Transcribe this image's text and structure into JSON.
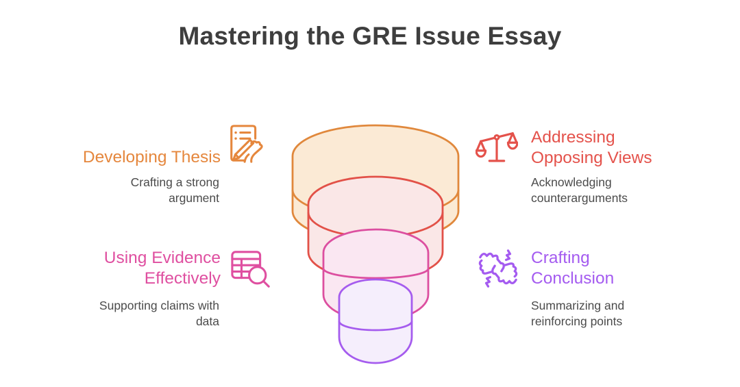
{
  "title": "Mastering the GRE Issue Essay",
  "title_color": "#3E3E3E",
  "subtitle_color": "#4B4B4B",
  "background_color": "#FFFFFF",
  "sections": [
    {
      "id": "developing-thesis",
      "position": "top-left",
      "title": "Developing Thesis",
      "subtitle": "Crafting a strong\nargument",
      "color": "#E5873D",
      "icon": "document-pen-icon"
    },
    {
      "id": "addressing-opposing-views",
      "position": "top-right",
      "title": "Addressing\nOpposing Views",
      "subtitle": "Acknowledging\ncounterarguments",
      "color": "#E4524B",
      "icon": "balance-scale-icon"
    },
    {
      "id": "using-evidence-effectively",
      "position": "bottom-left",
      "title": "Using Evidence\nEffectively",
      "subtitle": "Supporting claims with\ndata",
      "color": "#DF4FA0",
      "icon": "table-search-icon"
    },
    {
      "id": "crafting-conclusion",
      "position": "bottom-right",
      "title": "Crafting\nConclusion",
      "subtitle": "Summarizing and\nreinforcing points",
      "color": "#A45BF0",
      "icon": "clasped-hands-icon"
    }
  ],
  "funnel": {
    "layers": [
      {
        "label": "Developing Thesis",
        "stroke": "#E0883C",
        "fill": "#FBEAD5"
      },
      {
        "label": "Addressing Opposing Views",
        "stroke": "#E25148",
        "fill": "#FAE7E7"
      },
      {
        "label": "Using Evidence Effectively",
        "stroke": "#DC4FA0",
        "fill": "#FAE7F2"
      },
      {
        "label": "Crafting Conclusion",
        "stroke": "#A55CEE",
        "fill": "#F5EEFC"
      }
    ]
  }
}
